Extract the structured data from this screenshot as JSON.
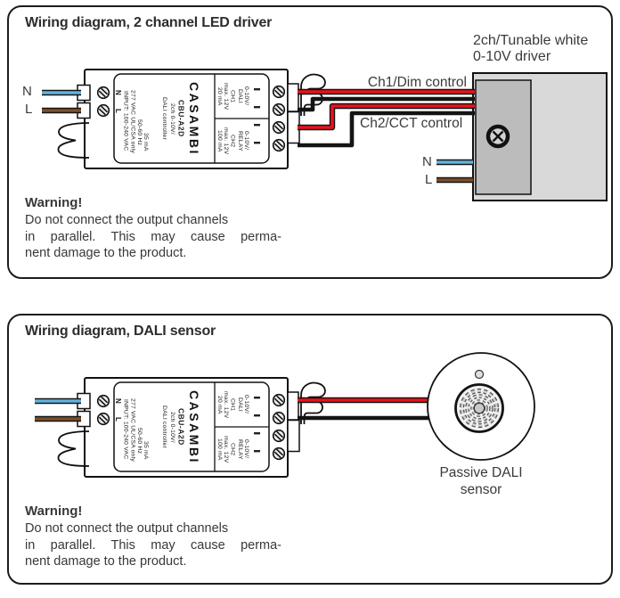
{
  "panel1": {
    "title": "Wiring diagram, 2 channel LED driver",
    "n_label": "N",
    "l_label": "L",
    "ch1_wire_label": "Ch1/Dim control",
    "ch2_wire_label": "Ch2/CCT control",
    "driver_title_line1": "2ch/Tunable white",
    "driver_title_line2": "0-10V driver",
    "driver_n_label": "N",
    "driver_l_label": "L"
  },
  "panel2": {
    "title": "Wiring diagram, DALI sensor",
    "sensor_label_line1": "Passive DALI",
    "sensor_label_line2": "sensor"
  },
  "device": {
    "brand": "CASAMBI",
    "model": "CBU-A2D",
    "type_line1": "2ch 0-10V/",
    "type_line2": "DALI controller",
    "n_terminal": "N",
    "l_terminal": "L",
    "input_line1": "INPUT: 100-240 VAC",
    "input_line2": "277 VAC UL/CSA only",
    "input_line3": "50-60 Hz",
    "input_line4": "35 mA",
    "ch1_name": "CH1",
    "ch1_rating": "max. 12V",
    "ch1_current": "20 mA",
    "ch1_type": "0-10V/",
    "ch1_mode": "DALI",
    "ch2_name": "CH2",
    "ch2_rating": "max. 12V",
    "ch2_current": "100 mA",
    "ch2_type": "0-10V/",
    "ch2_mode": "RELAY"
  },
  "warning": {
    "title": "Warning!",
    "line1": "Do not connect the output channels",
    "line2": "in parallel. This may cause perma-",
    "line3": "nent damage to the product."
  },
  "colors": {
    "wire_red": "#e8131b",
    "wire_blue": "#63b3dd",
    "wire_brown": "#7d4f2a",
    "wire_black": "#141414",
    "driver_fill": "#d9d9d9",
    "driver_inner_fill": "#bcbcbc"
  }
}
